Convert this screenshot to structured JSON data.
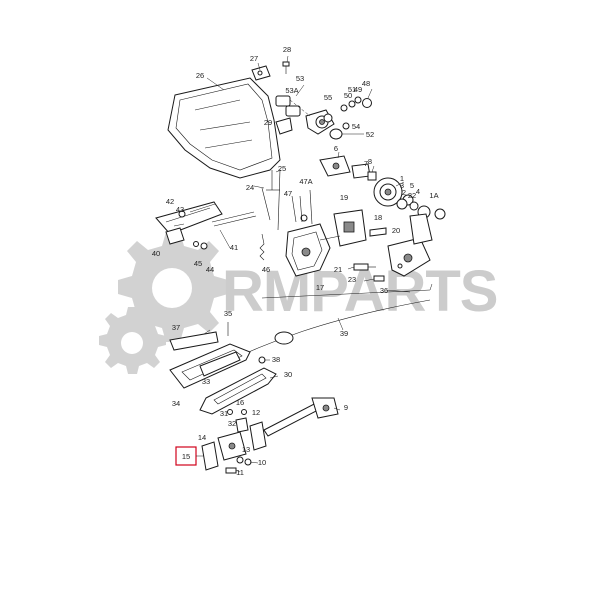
{
  "watermark": {
    "text": "RMPARTS",
    "color": "#c9c9c9"
  },
  "highlight": {
    "label": "15",
    "color": "#d0021b"
  },
  "callouts": [
    "1",
    "1A",
    "2",
    "3",
    "4",
    "5",
    "6",
    "7",
    "8",
    "9",
    "10",
    "11",
    "12",
    "13",
    "14",
    "16",
    "17",
    "18",
    "19",
    "20",
    "21",
    "22",
    "23",
    "24",
    "25",
    "26",
    "27",
    "28",
    "29",
    "30",
    "31",
    "32",
    "33",
    "34",
    "35",
    "36",
    "37",
    "38",
    "39",
    "40",
    "41",
    "42",
    "43",
    "44",
    "45",
    "46",
    "47",
    "47A",
    "48",
    "49",
    "50",
    "51",
    "52",
    "53",
    "53A",
    "54",
    "55"
  ]
}
